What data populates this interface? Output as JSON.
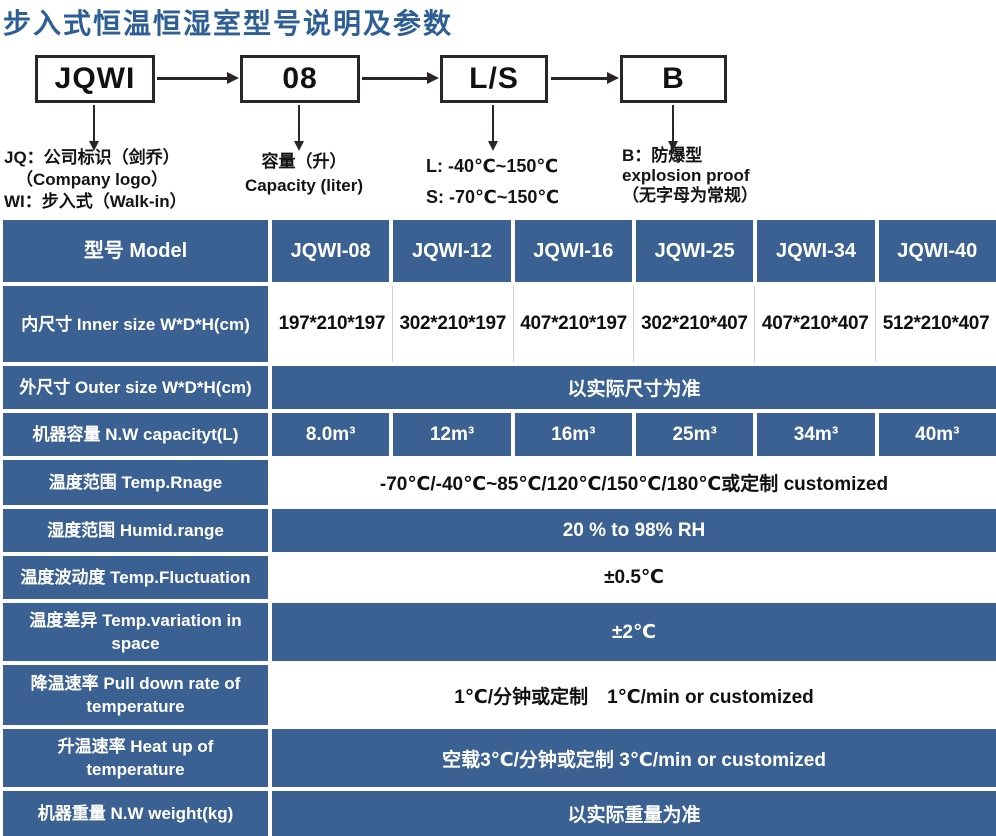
{
  "page_title": "步入式恒温恒湿室型号说明及参数",
  "colors": {
    "title_blue": "#2d5e94",
    "cell_blue": "#3a6191",
    "box_border": "#2a2627",
    "white_cell_divider": "#cfcfcf"
  },
  "diagram": {
    "boxes": [
      {
        "label": "JQWI"
      },
      {
        "label": "08"
      },
      {
        "label": "L/S"
      },
      {
        "label": "B"
      }
    ],
    "notes": [
      {
        "lines": [
          "JQ：公司标识（剑乔）",
          "（Company logo）",
          "WI：步入式（Walk-in）"
        ]
      },
      {
        "lines": [
          "容量（升）",
          "Capacity (liter)"
        ]
      },
      {
        "lines": [
          "L: -40℃~150℃",
          "S: -70℃~150℃"
        ]
      },
      {
        "lines": [
          "B：防爆型",
          "explosion proof",
          "（无字母为常规）"
        ]
      }
    ]
  },
  "table": {
    "header": {
      "label": "型号 Model",
      "models": [
        "JQWI-08",
        "JQWI-12",
        "JQWI-16",
        "JQWI-25",
        "JQWI-34",
        "JQWI-40"
      ]
    },
    "inner_size": {
      "label": "内尺寸 Inner size W*D*H(cm)",
      "values": [
        "197*210*197",
        "302*210*197",
        "407*210*197",
        "302*210*407",
        "407*210*407",
        "512*210*407"
      ]
    },
    "outer_size": {
      "label": "外尺寸 Outer size W*D*H(cm)",
      "value": "以实际尺寸为准"
    },
    "capacity": {
      "label": "机器容量 N.W capacityt(L)",
      "values": [
        "8.0m³",
        "12m³",
        "16m³",
        "25m³",
        "34m³",
        "40m³"
      ]
    },
    "temp_range": {
      "label": "温度范围 Temp.Rnage",
      "value": "-70℃/-40℃~85℃/120℃/150℃/180℃或定制 customized"
    },
    "humidity_range": {
      "label": "湿度范围 Humid.range",
      "value": "20 % to 98% RH"
    },
    "temp_fluctuation": {
      "label": "温度波动度 Temp.Fluctuation",
      "value": "±0.5℃"
    },
    "temp_variation": {
      "label": "温度差异 Temp.variation in space",
      "value": "±2℃"
    },
    "pull_down_rate": {
      "label": "降温速率 Pull down rate of temperature",
      "value": "1℃/分钟或定制　1℃/min or customized"
    },
    "heat_up_rate": {
      "label": "升温速率 Heat up of temperature",
      "value": "空载3℃/分钟或定制 3℃/min or customized"
    },
    "weight": {
      "label": "机器重量 N.W weight(kg)",
      "value": "以实际重量为准"
    }
  }
}
